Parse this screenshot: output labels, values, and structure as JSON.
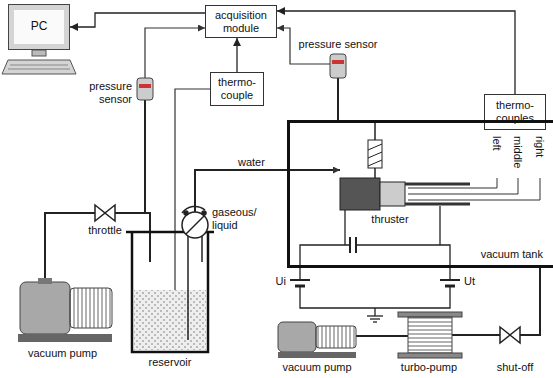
{
  "diagram": {
    "nodes": [
      {
        "text": [
          "PC"
        ]
      },
      {
        "text": [
          "acquisition module"
        ]
      },
      {
        "text": [
          "thermo-couple"
        ]
      },
      {
        "text": [
          "thermo-couples"
        ]
      },
      {
        "text": [
          "vacuum tank"
        ]
      }
    ],
    "edges": [
      {
        "from": 1,
        "to": 0,
        "arrow": "to"
      },
      {
        "from": 2,
        "to": 1,
        "arrow": "to"
      },
      {
        "from": 3,
        "to": 1,
        "arrow": "to"
      }
    ],
    "labels": [
      "pressure sensor",
      "pressure sensor",
      "water",
      "left",
      "middle",
      "right",
      "throttle",
      "gaseous/ liquid",
      "thruster",
      "Ui",
      "Ut",
      "vacuum pump",
      "reservoir",
      "vacuum pump",
      "turbo-pump",
      "shut-off"
    ]
  }
}
